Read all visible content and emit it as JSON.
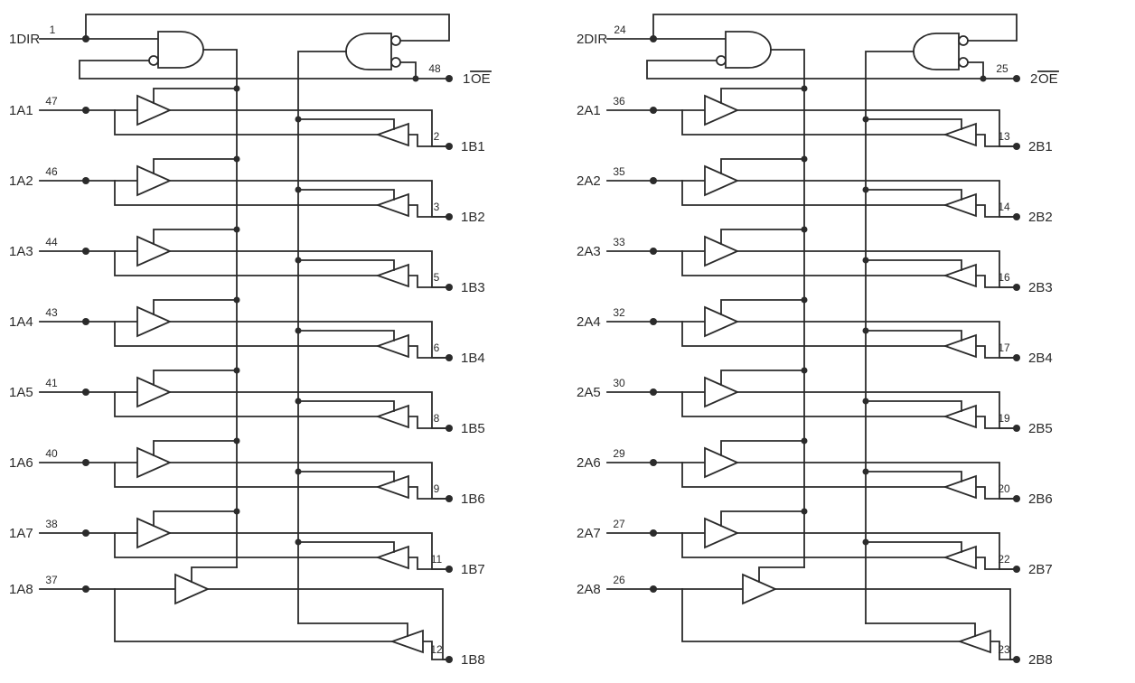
{
  "diagram": {
    "kind": "bus-transceiver-logic-diagram",
    "line_color": "#2b2b2b",
    "background": "#ffffff",
    "channels": [
      {
        "dir": {
          "label": "1DIR",
          "pin": "1"
        },
        "oe": {
          "prefix": "1",
          "signal": "OE",
          "overbar": true,
          "pin": "48"
        },
        "rows": [
          {
            "a_label": "1A1",
            "a_pin": "47",
            "b_label": "1B1",
            "b_pin": "2"
          },
          {
            "a_label": "1A2",
            "a_pin": "46",
            "b_label": "1B2",
            "b_pin": "3"
          },
          {
            "a_label": "1A3",
            "a_pin": "44",
            "b_label": "1B3",
            "b_pin": "5"
          },
          {
            "a_label": "1A4",
            "a_pin": "43",
            "b_label": "1B4",
            "b_pin": "6"
          },
          {
            "a_label": "1A5",
            "a_pin": "41",
            "b_label": "1B5",
            "b_pin": "8"
          },
          {
            "a_label": "1A6",
            "a_pin": "40",
            "b_label": "1B6",
            "b_pin": "9"
          },
          {
            "a_label": "1A7",
            "a_pin": "38",
            "b_label": "1B7",
            "b_pin": "11"
          },
          {
            "a_label": "1A8",
            "a_pin": "37",
            "b_label": "1B8",
            "b_pin": "12"
          }
        ]
      },
      {
        "dir": {
          "label": "2DIR",
          "pin": "24"
        },
        "oe": {
          "prefix": "2",
          "signal": "OE",
          "overbar": true,
          "pin": "25"
        },
        "rows": [
          {
            "a_label": "2A1",
            "a_pin": "36",
            "b_label": "2B1",
            "b_pin": "13"
          },
          {
            "a_label": "2A2",
            "a_pin": "35",
            "b_label": "2B2",
            "b_pin": "14"
          },
          {
            "a_label": "2A3",
            "a_pin": "33",
            "b_label": "2B3",
            "b_pin": "16"
          },
          {
            "a_label": "2A4",
            "a_pin": "32",
            "b_label": "2B4",
            "b_pin": "17"
          },
          {
            "a_label": "2A5",
            "a_pin": "30",
            "b_label": "2B5",
            "b_pin": "19"
          },
          {
            "a_label": "2A6",
            "a_pin": "29",
            "b_label": "2B6",
            "b_pin": "20"
          },
          {
            "a_label": "2A7",
            "a_pin": "27",
            "b_label": "2B7",
            "b_pin": "22"
          },
          {
            "a_label": "2A8",
            "a_pin": "26",
            "b_label": "2B8",
            "b_pin": "23"
          }
        ]
      }
    ]
  }
}
